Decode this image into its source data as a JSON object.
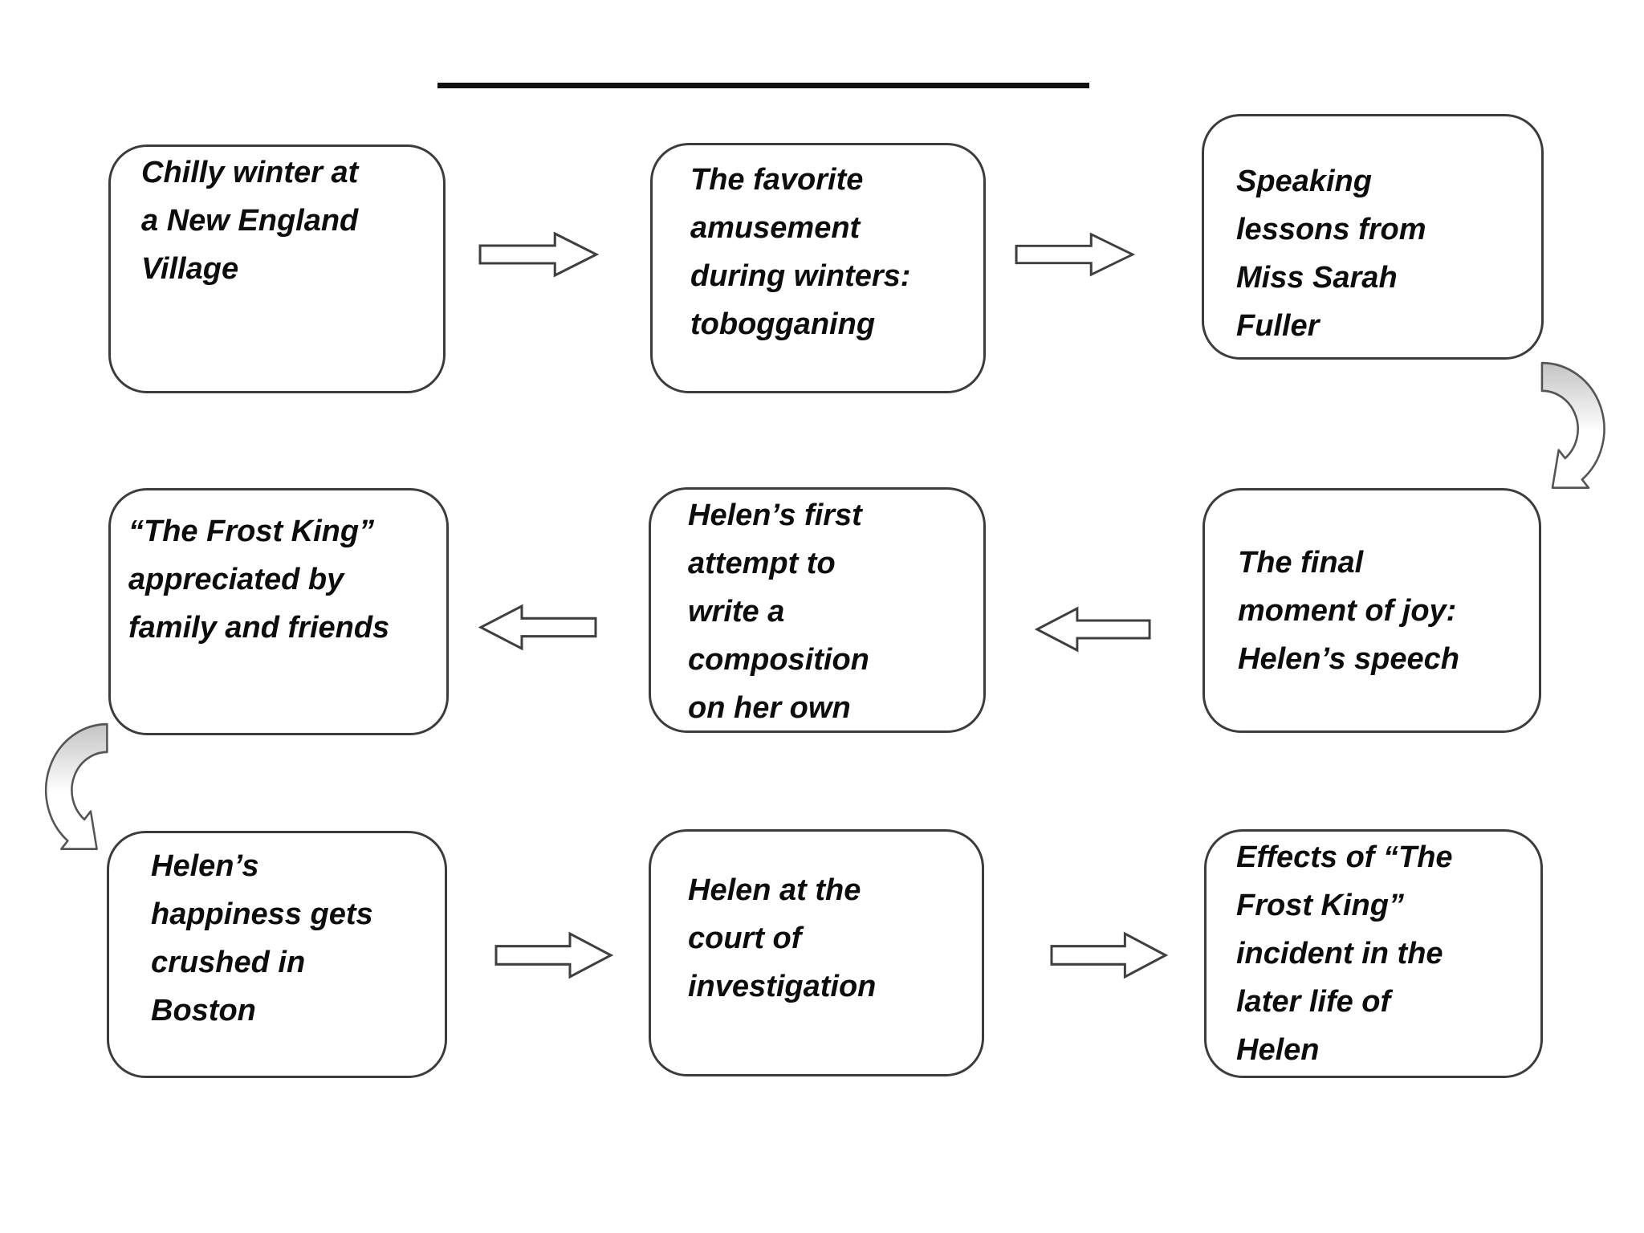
{
  "diagram": {
    "type": "flowchart",
    "boxes": [
      {
        "id": "b1",
        "text": "Chilly winter at\na New England\nVillage"
      },
      {
        "id": "b2",
        "text": "The favorite\namusement\nduring winters:\ntobogganing"
      },
      {
        "id": "b3",
        "text": "Speaking\nlessons from\nMiss Sarah\nFuller"
      },
      {
        "id": "b4",
        "text": "“The Frost King”\nappreciated by\nfamily and friends"
      },
      {
        "id": "b5",
        "text": "Helen’s first\nattempt to\nwrite a\ncomposition\non her own"
      },
      {
        "id": "b6",
        "text": "The final\nmoment of joy:\nHelen’s speech"
      },
      {
        "id": "b7",
        "text": "Helen’s\nhappiness gets\ncrushed in\nBoston"
      },
      {
        "id": "b8",
        "text": "Helen at the\ncourt of\ninvestigation"
      },
      {
        "id": "b9",
        "text": "Effects of “The\nFrost King”\nincident in the\nlater life of\nHelen"
      }
    ],
    "connectors": [
      {
        "from": "b1",
        "to": "b2",
        "type": "block-arrow-right"
      },
      {
        "from": "b2",
        "to": "b3",
        "type": "block-arrow-right"
      },
      {
        "from": "b3",
        "to": "b6",
        "type": "curved-arrow-down-right-edge"
      },
      {
        "from": "b6",
        "to": "b5",
        "type": "block-arrow-left"
      },
      {
        "from": "b5",
        "to": "b4",
        "type": "block-arrow-left"
      },
      {
        "from": "b4",
        "to": "b7",
        "type": "curved-arrow-down-left-edge"
      },
      {
        "from": "b7",
        "to": "b8",
        "type": "block-arrow-right"
      },
      {
        "from": "b8",
        "to": "b9",
        "type": "block-arrow-right"
      }
    ],
    "colors": {
      "background": "#ffffff",
      "box_border": "#3c3c3c",
      "text": "#0d0d0d",
      "arrow_outline": "#3f3f3f",
      "curved_arrow_fill_top": "#c4c4c4",
      "title_rule": "#111111"
    }
  }
}
